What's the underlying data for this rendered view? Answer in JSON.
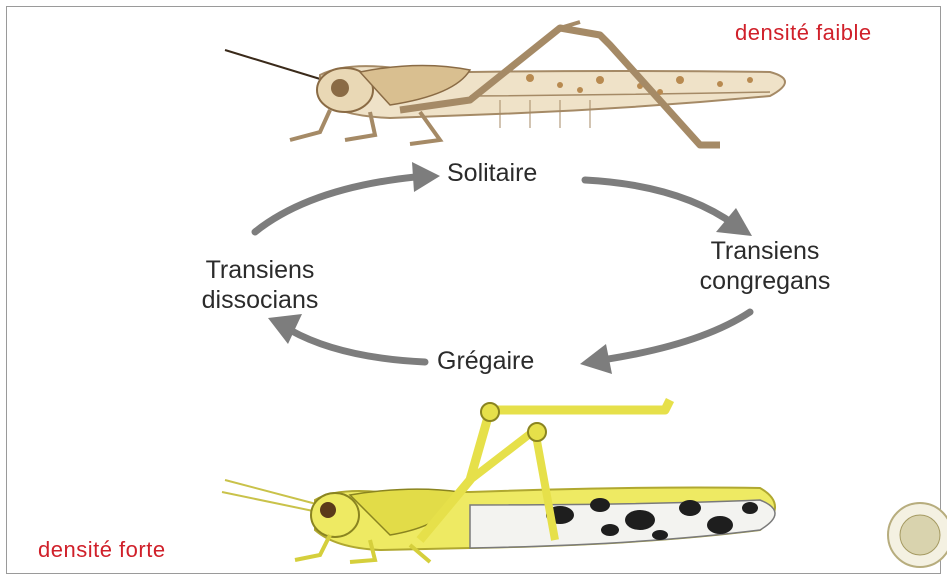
{
  "labels": {
    "density_low": "densité faible",
    "density_high": "densité forte",
    "solitary": "Solitaire",
    "gregarious": "Grégaire",
    "transiens_congregans_line1": "Transiens",
    "transiens_congregans_line2": "congregans",
    "transiens_dissocians_line1": "Transiens",
    "transiens_dissocians_line2": "dissocians"
  },
  "colors": {
    "label_red": "#d0202a",
    "arrow_gray": "#7d7d7d",
    "solitary_body": "#e8dcc4",
    "gregarious_body": "#ecea5a"
  },
  "icons": {
    "solitary_locust": "locust-solitary-illustration",
    "gregarious_locust": "locust-gregarious-illustration",
    "seal": "seal-logo"
  }
}
